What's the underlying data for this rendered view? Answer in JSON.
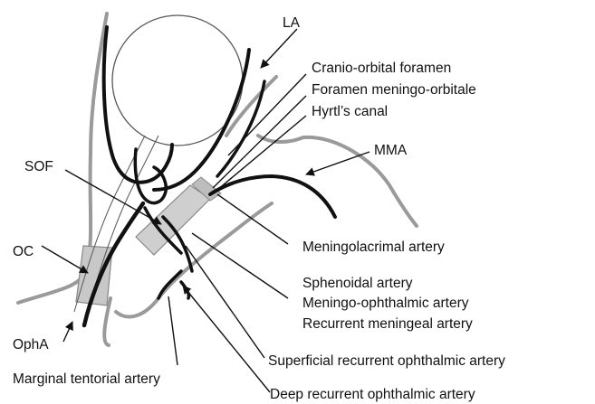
{
  "labels": {
    "la": "LA",
    "cranio_orbital_foramen": "Cranio-orbital foramen",
    "foramen_meningo_orbitale": "Foramen meningo-orbitale",
    "hyrtls_canal": "Hyrtl’s canal",
    "mma": "MMA",
    "sof": "SOF",
    "oc": "OC",
    "opha": "OphA",
    "meningolacrimal_artery": "Meningolacrimal artery",
    "sphenoidal_artery": "Sphenoidal artery",
    "meningo_ophthalmic_artery": "Meningo-ophthalmic artery",
    "recurrent_meningeal_artery": "Recurrent meningeal artery",
    "superficial_recurrent_ophthalmic_artery": "Superficial recurrent ophthalmic artery",
    "marginal_tentorial_artery": "Marginal tentorial artery",
    "deep_recurrent_ophthalmic_artery": "Deep recurrent ophthalmic artery"
  },
  "colors": {
    "vessel": "#111111",
    "bone_outline": "#9a9a9a",
    "canal_fill": "#c8c8c8",
    "text": "#111111"
  }
}
